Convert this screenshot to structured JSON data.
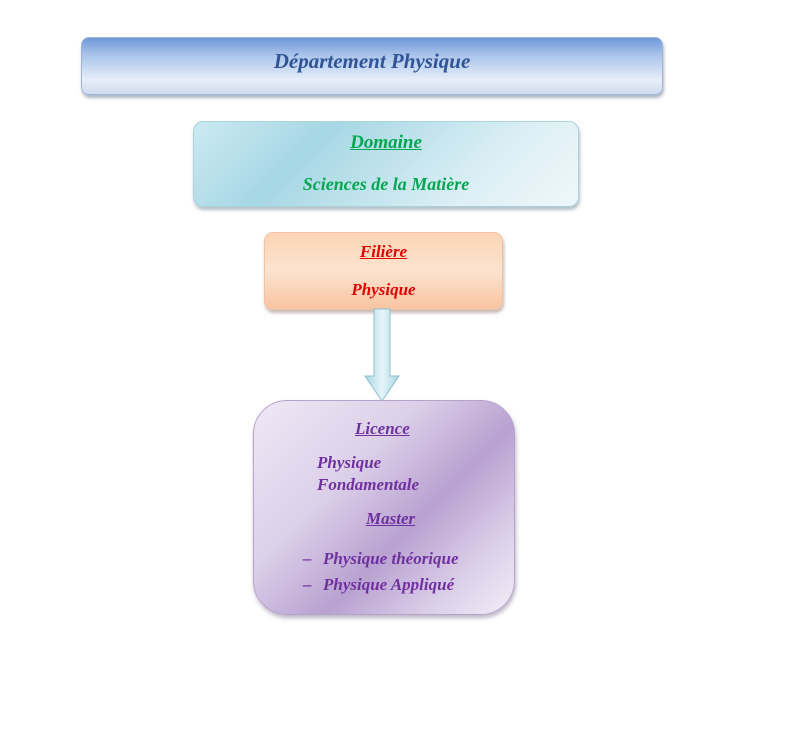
{
  "department": {
    "title": "Département Physique"
  },
  "domaine": {
    "heading": "Domaine",
    "value": "Sciences de la Matière"
  },
  "filiere": {
    "heading": "Filière",
    "value": "Physique"
  },
  "licence": {
    "heading": "Licence",
    "lines": [
      "Physique",
      "Fondamentale"
    ]
  },
  "master": {
    "heading": "Master",
    "bullet": "–",
    "items": [
      "Physique théorique",
      "Physique Appliqué"
    ]
  },
  "colors": {
    "department_text": "#2f5597",
    "domaine_text": "#00a650",
    "filiere_text": "#e00000",
    "licence_text": "#7030a0",
    "arrow_fill": "#c8e8f0"
  }
}
